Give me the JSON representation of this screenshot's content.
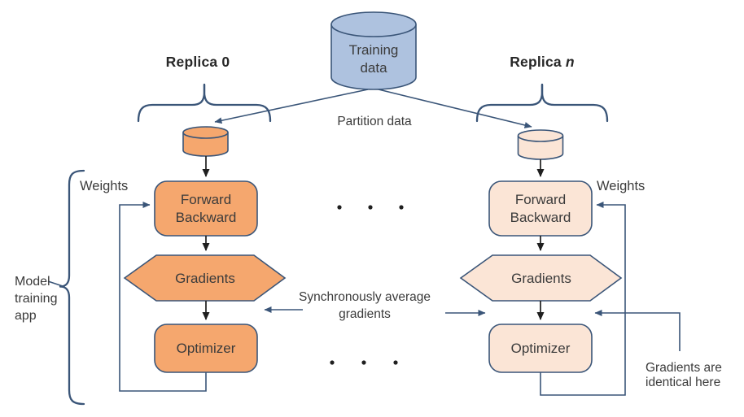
{
  "colors": {
    "outline": "#3a5578",
    "flow_arrow": "#1f1f1f",
    "text": "#3d3d3d",
    "training_data_fill": "#aec2df",
    "replica0_fill": "#f5a76e",
    "replica_n_fill": "#fbe5d6"
  },
  "headings": {
    "replica0": "Replica 0",
    "replica_n_prefix": "Replica",
    "replica_n_var": "n"
  },
  "data_store": {
    "line1": "Training",
    "line2": "data"
  },
  "labels": {
    "partition_data": "Partition data",
    "weights_left": "Weights",
    "weights_right": "Weights",
    "model_app_line1": "Model",
    "model_app_line2": "training",
    "model_app_line3": "app",
    "sync_avg_line1": "Synchronously average",
    "sync_avg_line2": "gradients",
    "identical_line1": "Gradients are",
    "identical_line2": "identical here"
  },
  "replica0_nodes": {
    "forward_line1": "Forward",
    "forward_line2": "Backward",
    "gradients": "Gradients",
    "optimizer": "Optimizer"
  },
  "replica_n_nodes": {
    "forward_line1": "Forward",
    "forward_line2": "Backward",
    "gradients": "Gradients",
    "optimizer": "Optimizer"
  }
}
